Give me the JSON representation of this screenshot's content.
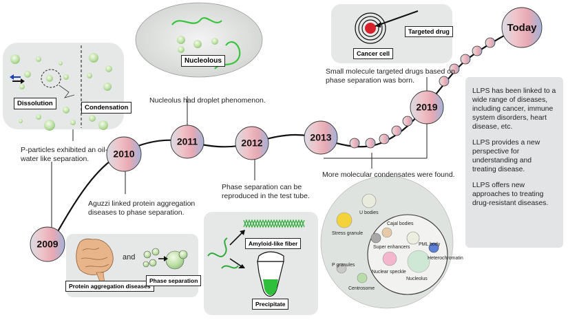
{
  "years": {
    "y2009": "2009",
    "y2010": "2010",
    "y2011": "2011",
    "y2012": "2012",
    "y2013": "2013",
    "y2019": "2019",
    "today": "Today"
  },
  "captions": {
    "p_particles": "P-particles exhibited an oil-water like separation.",
    "nucleolus_droplet": "Nucleolus had droplet phenomenon.",
    "aguzzi": "Aguzzi linked protein aggregation diseases to phase separation.",
    "test_tube": "Phase separation can be reproduced in the test tube.",
    "condensates": "More molecular condensates were found.",
    "small_molecule": "Small molecule targeted drugs based on phase separation was born."
  },
  "panel_2009": {
    "dissolution": "Dissolution",
    "condensation": "Condensation"
  },
  "panel_2011": {
    "nucleolous": "Nucleolous"
  },
  "panel_2019": {
    "targeted_drug": "Targeted drug",
    "cancer_cell": "Cancer cell"
  },
  "panel_2010": {
    "and": "and",
    "protein_aggregation": "Protein aggregation diseases",
    "phase_separation": "Phase separation"
  },
  "panel_2012": {
    "amyloid": "Amyloid-like fiber",
    "precipitate": "Precipitate"
  },
  "panel_2013": {
    "u_bodies": "U bodies",
    "cajal": "Cajal bodies",
    "stress_granule": "Stress granule",
    "super_enhancers": "Super enhancers",
    "pml": "PML body",
    "p_granules": "P granules",
    "heterochromatin": "Heterochromatin",
    "nuclear_speckle": "Nuclear speckle",
    "nucleolus": "Nucleolus",
    "centrosome": "Centrosome"
  },
  "right_panel": {
    "p1": "LLPS has been linked to a wide range of diseases, including cancer, immune system disorders, heart disease, etc.",
    "p2": "LLPS provides a new perspective for understanding and treating disease.",
    "p3": "LLPS offers new approaches to treating drug-resistant diseases."
  },
  "colors": {
    "node_top": "#e9a9b4",
    "node_bottom": "#a9b7d6",
    "panel_bg": "#e6e8e7",
    "green": "#2fbf3a",
    "target_red": "#d6202a"
  }
}
